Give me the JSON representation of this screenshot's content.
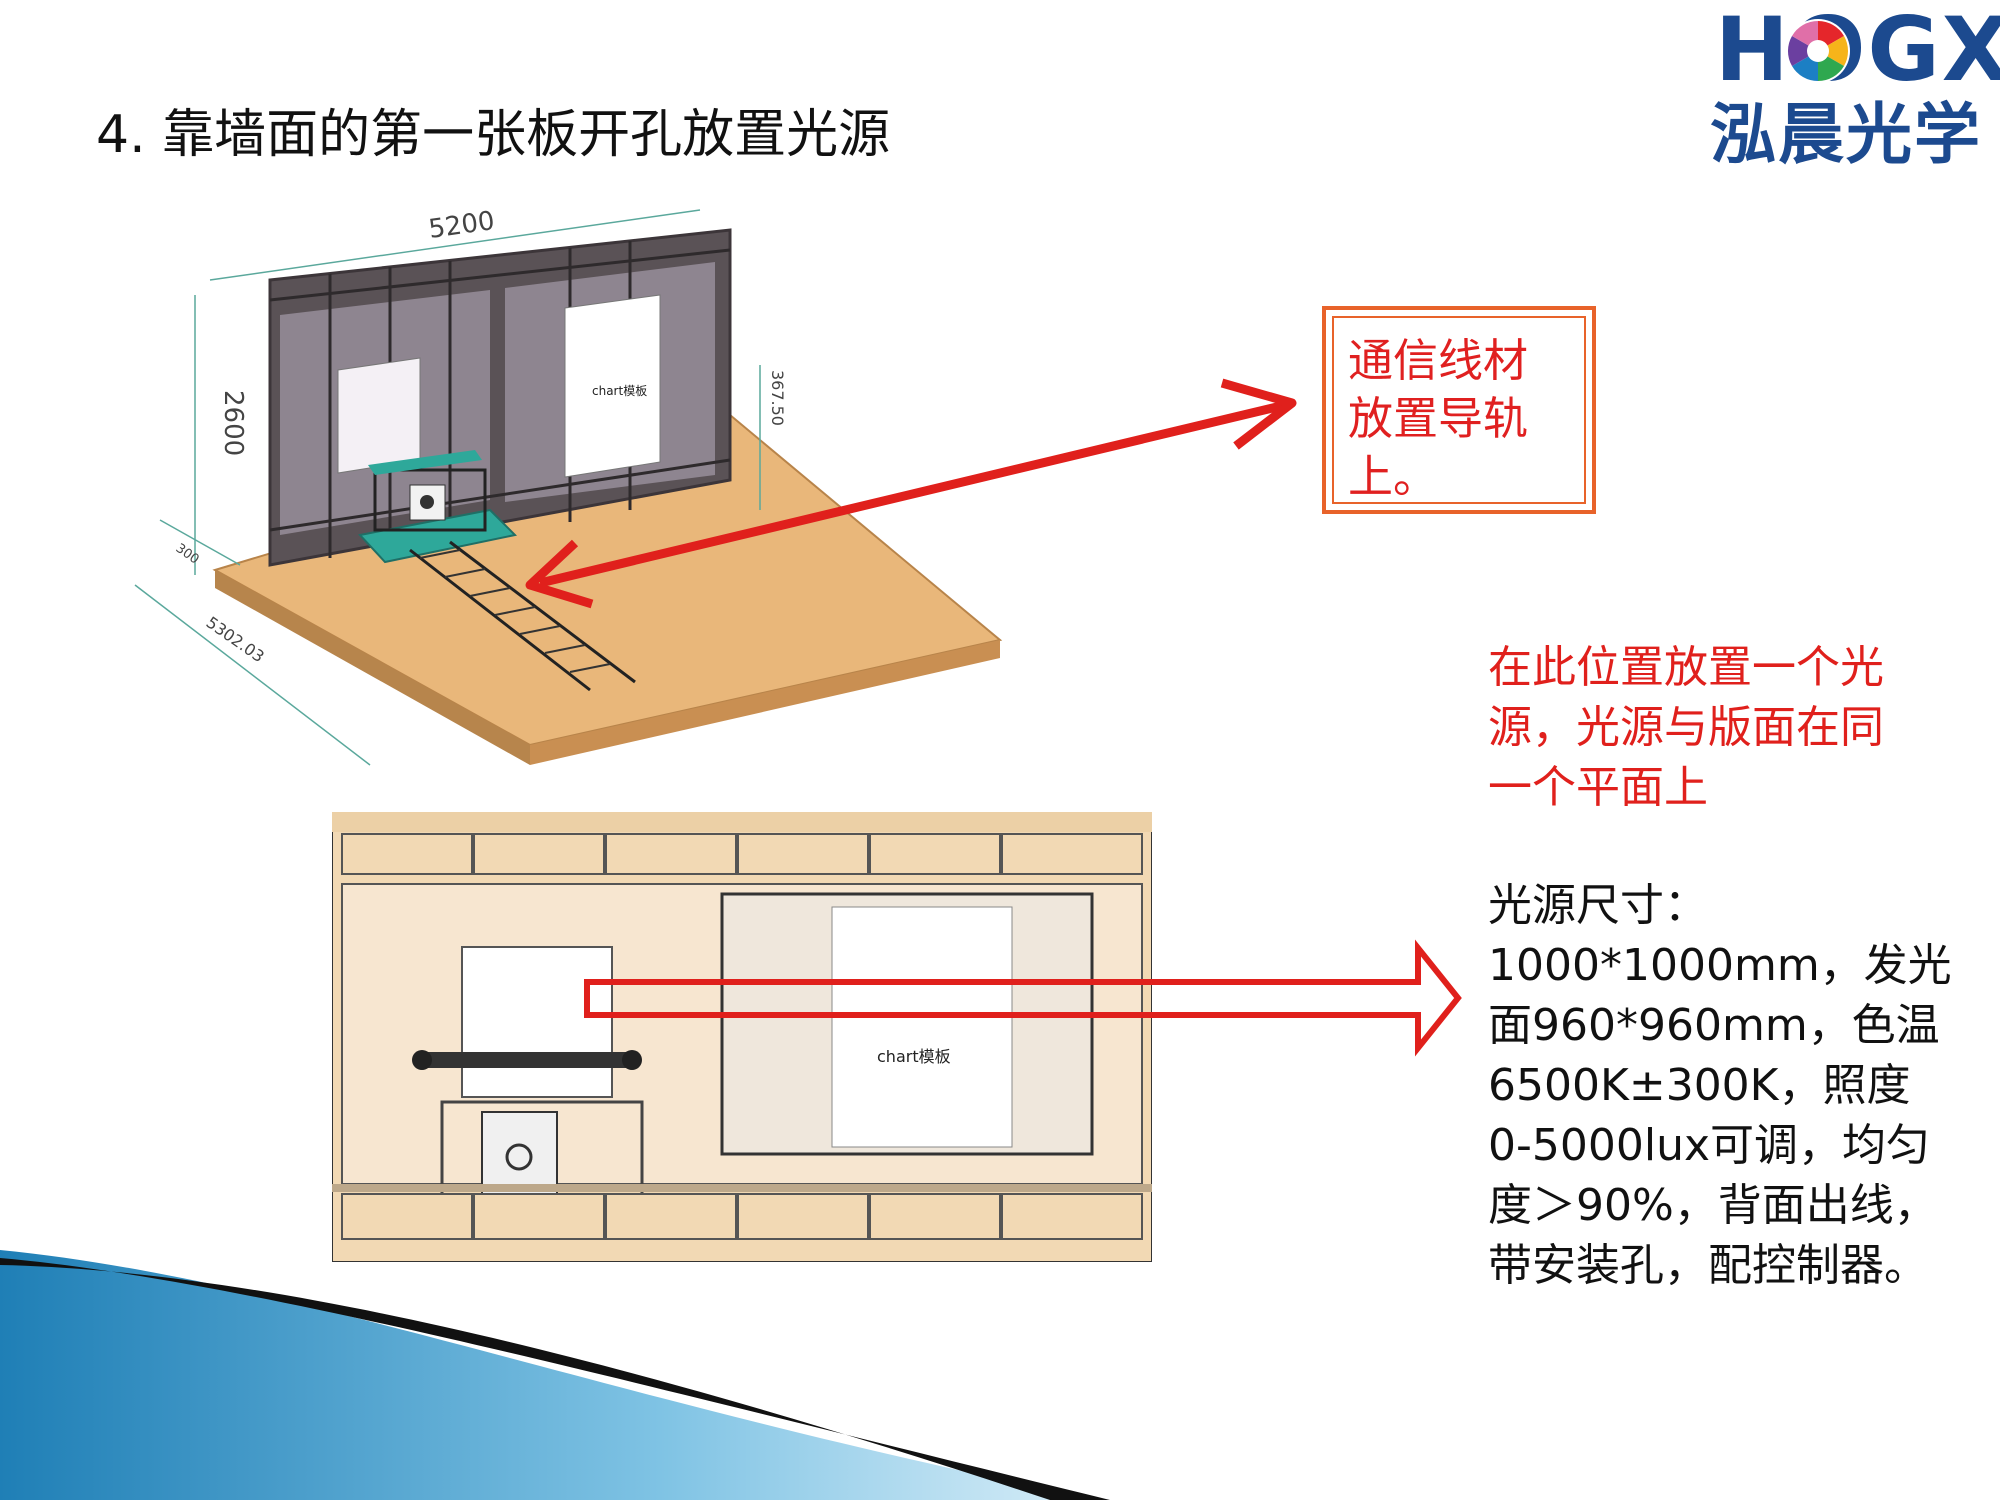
{
  "slide": {
    "title": "4. 靠墙面的第一张板开孔放置光源"
  },
  "logo": {
    "latin": "HOGX",
    "chinese": "泓晨光学"
  },
  "iso_drawing": {
    "dim_width": "5200",
    "dim_height": "2600",
    "dim_side": "367.50",
    "dim_small": "300",
    "dim_depth": "5302.03",
    "chart_label": "chart模板"
  },
  "front_drawing": {
    "chart_label": "chart模板"
  },
  "callout": {
    "lines": [
      "通信线材",
      "放置导轨",
      "上。"
    ]
  },
  "note": {
    "lines": [
      "在此位置放置一个光",
      "源，光源与版面在同",
      "一个平面上"
    ]
  },
  "spec": {
    "label": "光源尺寸：",
    "lines": [
      "1000*1000mm，发光",
      "面960*960mm，色温",
      "6500K±300K，照度",
      "0-5000lux可调，均匀",
      "度＞90%，背面出线，",
      "带安装孔，配控制器。"
    ]
  },
  "colors": {
    "accent_red": "#e0201c",
    "callout_border": "#e8632a",
    "logo_blue": "#1c4a8f",
    "floor_wood": "#e9b77a",
    "wall_panel": "#8e8590",
    "rail_teal": "#2ea89a"
  }
}
